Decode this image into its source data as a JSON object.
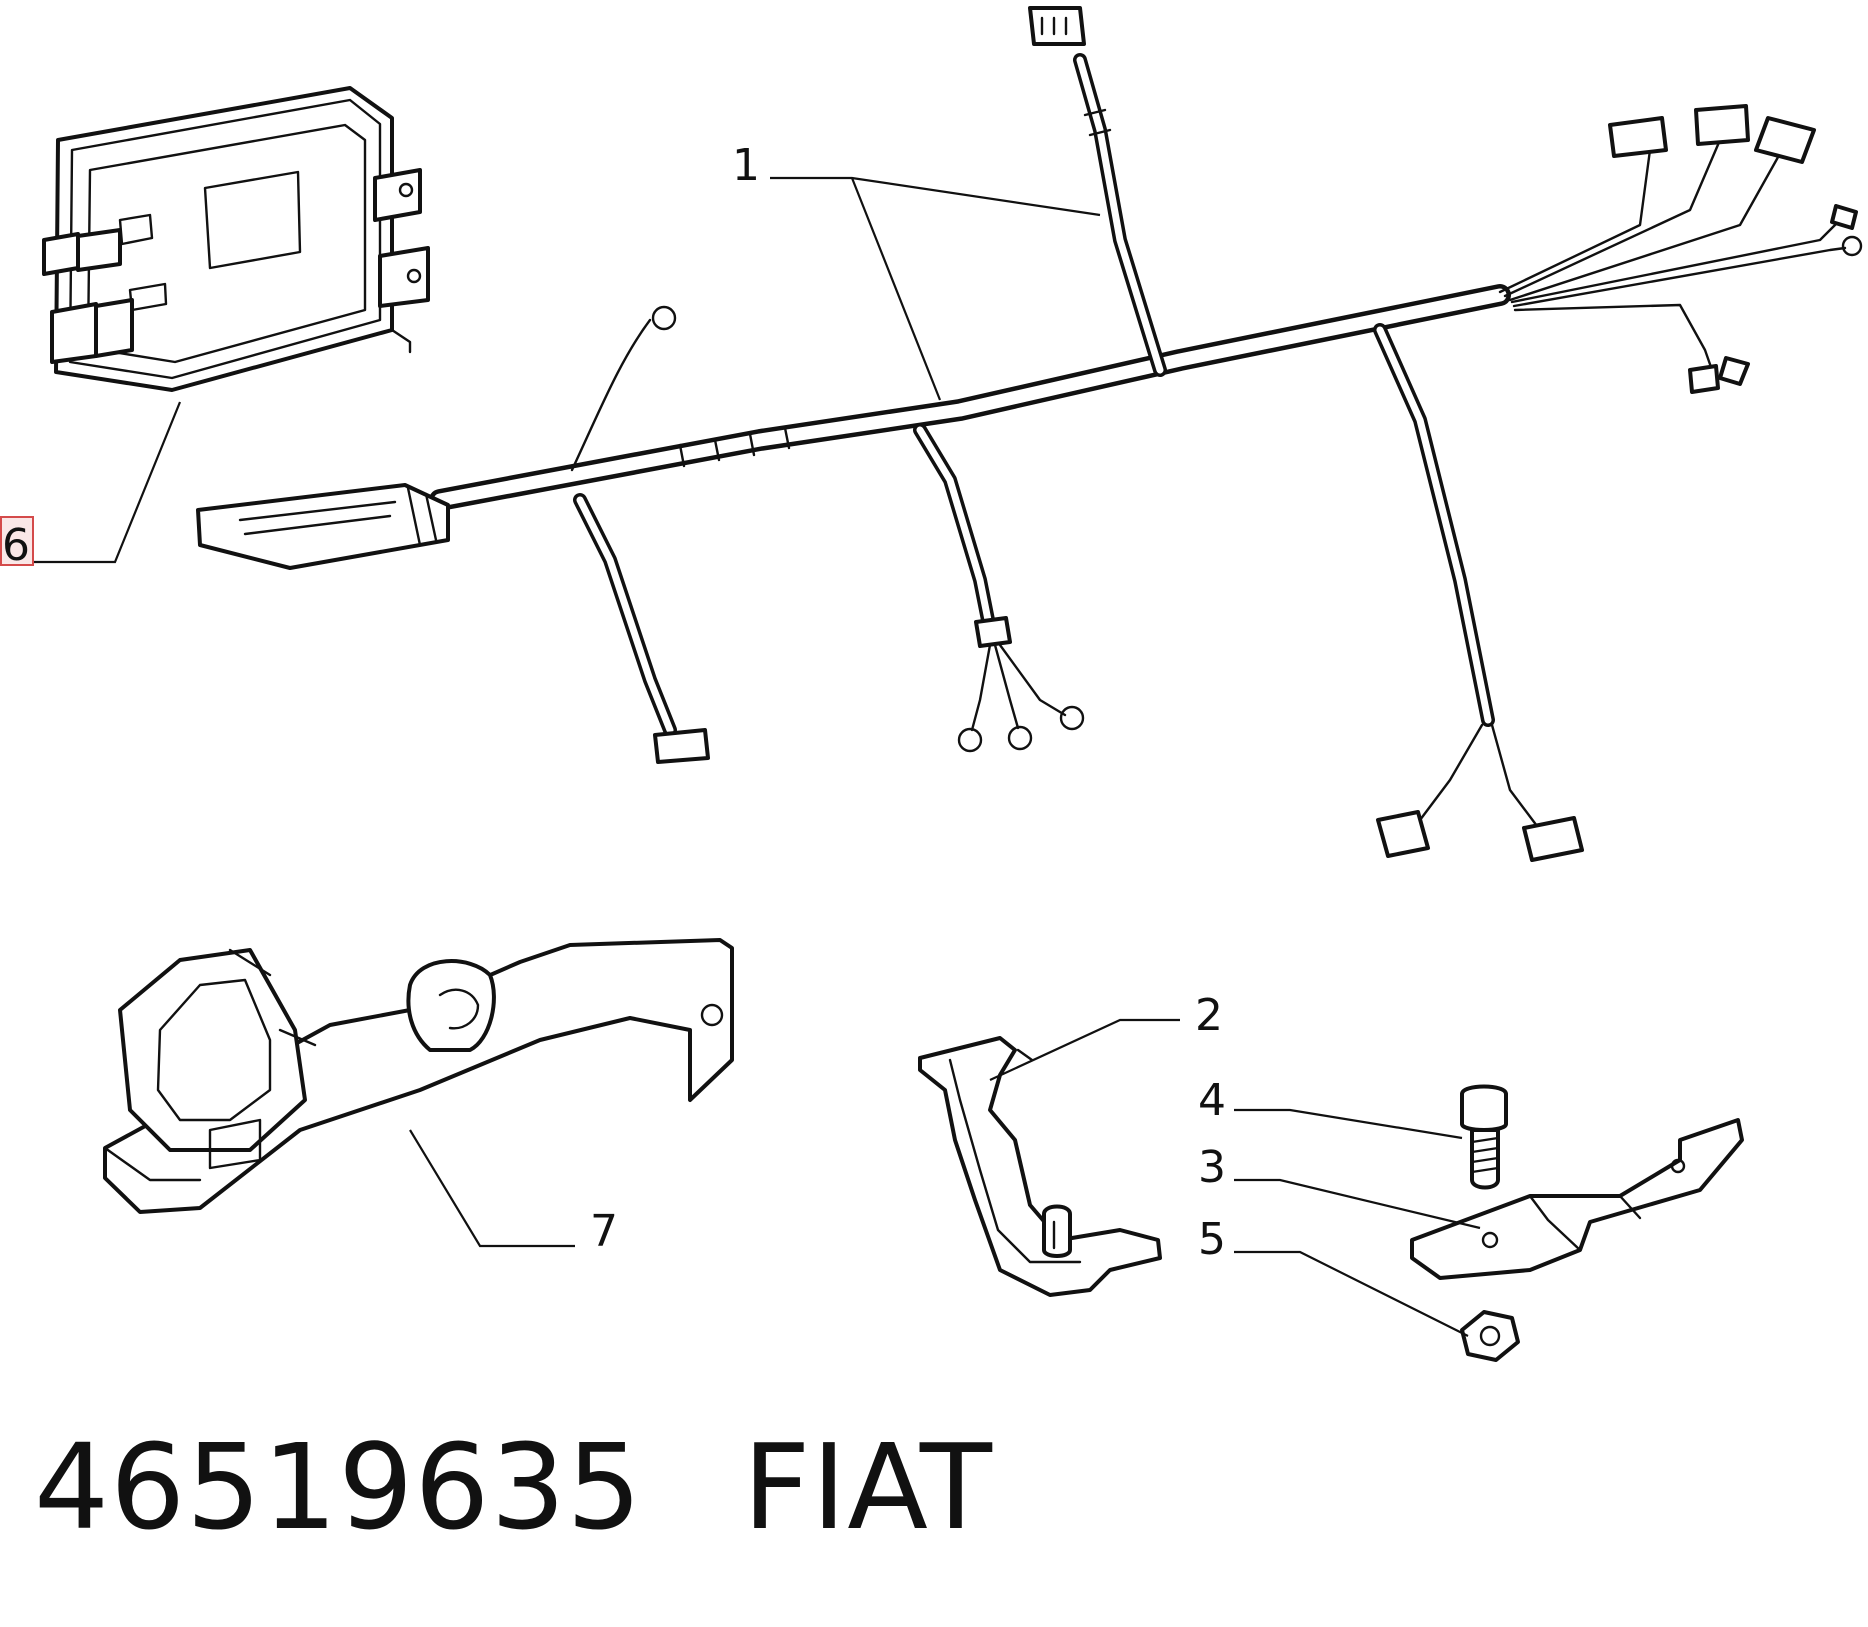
{
  "callouts": {
    "c1": "1",
    "c2": "2",
    "c3": "3",
    "c4": "4",
    "c5": "5",
    "c6": "6",
    "c7": "7"
  },
  "footer": {
    "part_number": "46519635",
    "brand": "FIAT"
  },
  "colors": {
    "line": "#111111",
    "highlight": "#d44a4a"
  }
}
